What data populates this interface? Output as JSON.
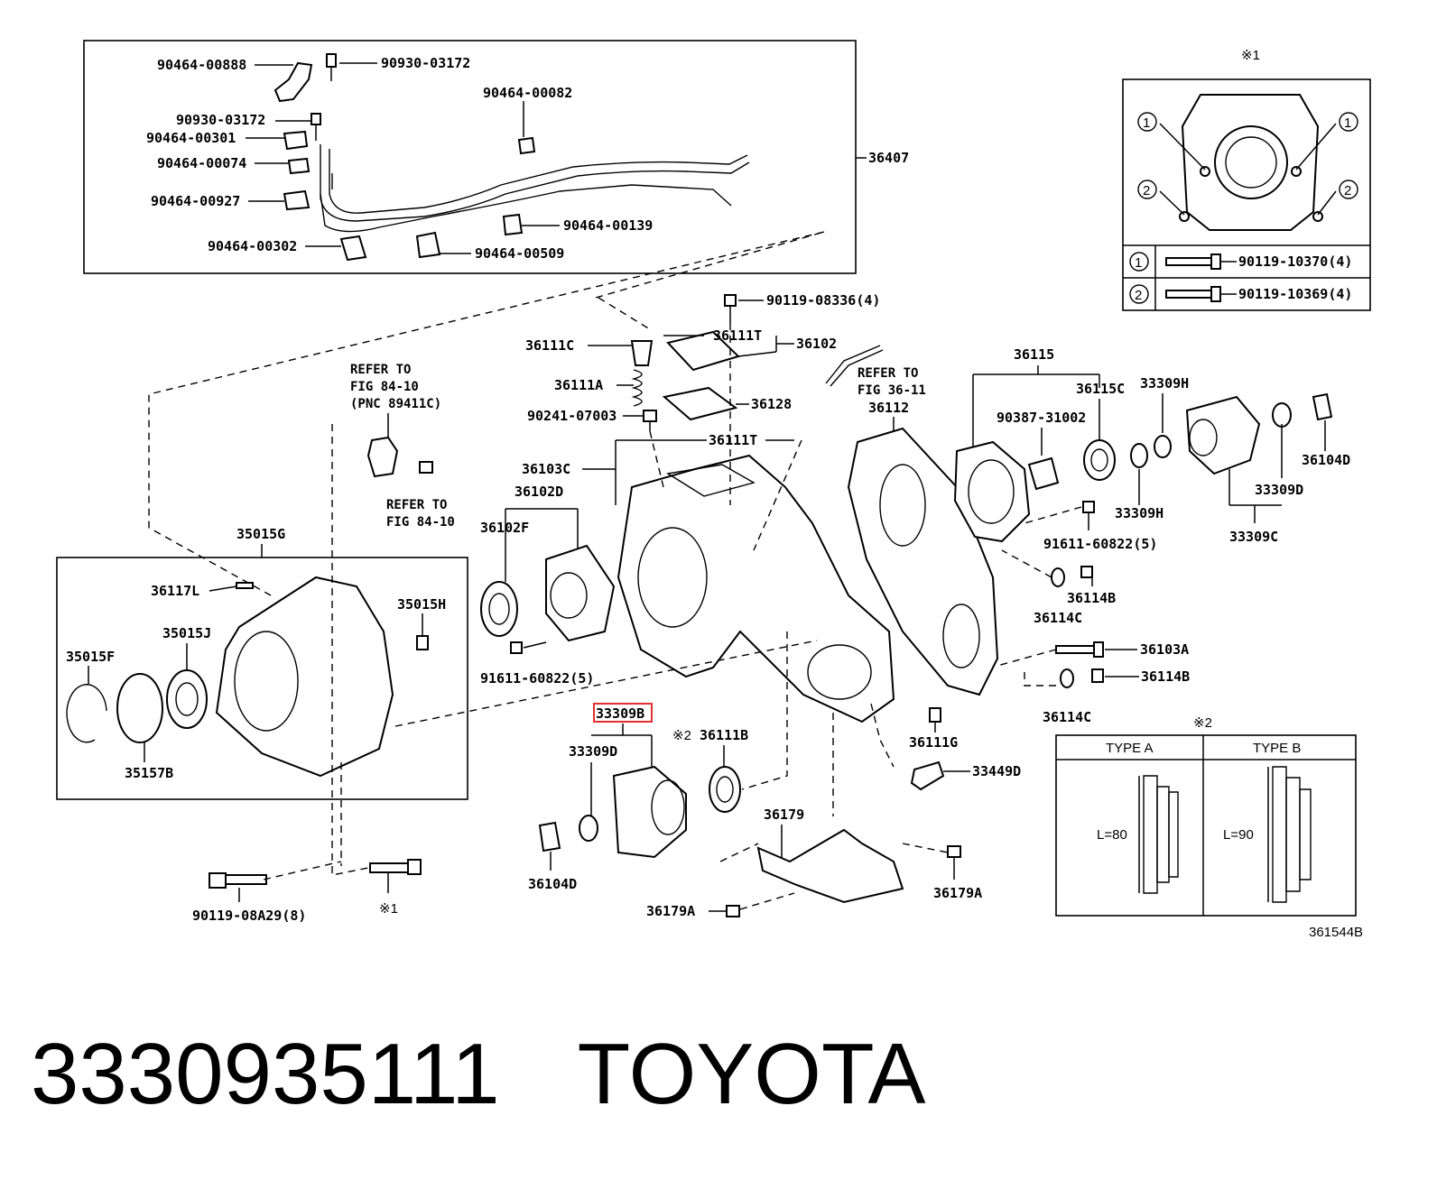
{
  "footer": {
    "part_number": "3330935111",
    "brand": "TOYOTA"
  },
  "figure_id": "361544B",
  "highlight": {
    "label": "33309B",
    "color": "#e03030"
  },
  "labels": {
    "p90464_00888": "90464-00888",
    "p90930_03172a": "90930-03172",
    "p90464_00082": "90464-00082",
    "p90930_03172b": "90930-03172",
    "p90464_00301": "90464-00301",
    "p90464_00074": "90464-00074",
    "p90464_00927": "90464-00927",
    "p90464_00302": "90464-00302",
    "p90464_00139": "90464-00139",
    "p90464_00509": "90464-00509",
    "p36407": "36407",
    "p90119_08336": "90119-08336(4)",
    "p36111C": "36111C",
    "p36111T_a": "36111T",
    "p36102": "36102",
    "p36111A": "36111A",
    "p36128": "36128",
    "p90241_07003": "90241-07003",
    "p36111T_b": "36111T",
    "p36103C": "36103C",
    "p36102D": "36102D",
    "p36102F": "36102F",
    "p91611_60822_a": "91611-60822(5)",
    "p35015G": "35015G",
    "p36117L": "36117L",
    "p35015H": "35015H",
    "p35015J": "35015J",
    "p35015F": "35015F",
    "p35157B": "35157B",
    "p36112": "36112",
    "p36115": "36115",
    "p36115C": "36115C",
    "p33309H_a": "33309H",
    "p90387_31002": "90387-31002",
    "p36104D_a": "36104D",
    "p33309H_b": "33309H",
    "p33309D_a": "33309D",
    "p91611_60822_b": "91611-60822(5)",
    "p33309C": "33309C",
    "p36114B_a": "36114B",
    "p36114C_a": "36114C",
    "p36103A": "36103A",
    "p36114B_b": "36114B",
    "p36114C_b": "36114C",
    "p36111G": "36111G",
    "p33449D": "33449D",
    "p33309D_b": "33309D",
    "p36111B": "36111B",
    "p36104D_b": "36104D",
    "p36179": "36179",
    "p36179A_a": "36179A",
    "p36179A_b": "36179A",
    "p90119_08A29": "90119-08A29(8)",
    "note1_mark": "※1",
    "note2_mark": "※2"
  },
  "refers": {
    "fig84_10_a": [
      "REFER TO",
      "FIG 84-10",
      "(PNC 89411C)"
    ],
    "fig84_10_b": [
      "REFER TO",
      "FIG 84-10"
    ],
    "fig36_11": [
      "REFER TO",
      "FIG 36-11"
    ]
  },
  "inset1": {
    "mark": "※1",
    "callout1": "1",
    "callout2": "2",
    "row1_bolt": "90119-10370(4)",
    "row2_bolt": "90119-10369(4)"
  },
  "inset2": {
    "mark": "※2",
    "type_a": "TYPE A",
    "type_b": "TYPE B",
    "len_a": "L=80",
    "len_b": "L=90"
  }
}
